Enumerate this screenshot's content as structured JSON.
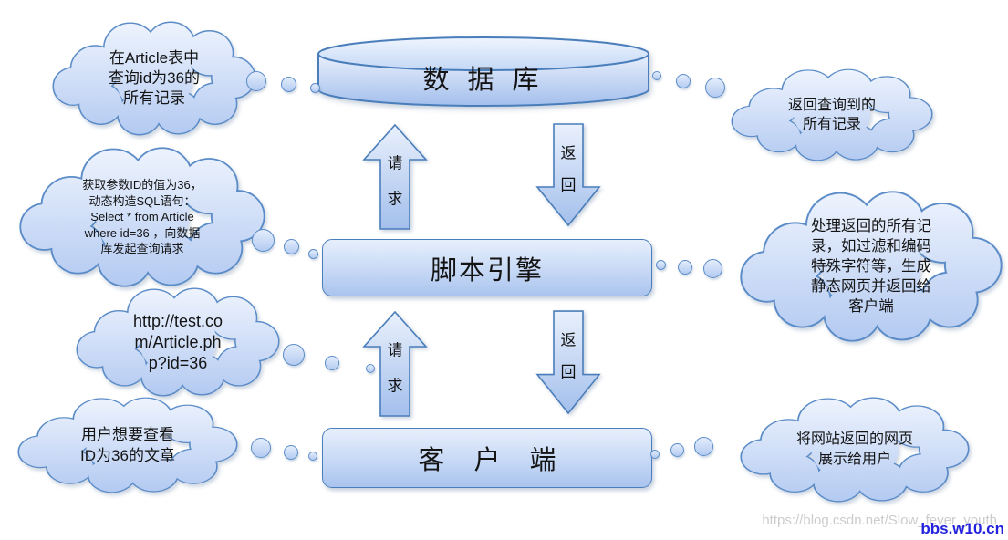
{
  "nodes": [
    {
      "id": "database",
      "label": "数 据 库"
    },
    {
      "id": "script-engine",
      "label": "脚本引擎"
    },
    {
      "id": "client",
      "label": "客 户 端"
    }
  ],
  "arrows": [
    {
      "id": "upper-request",
      "direction": "up",
      "label": [
        "请",
        "求"
      ]
    },
    {
      "id": "upper-return",
      "direction": "down",
      "label": [
        "返",
        "回"
      ]
    },
    {
      "id": "lower-request",
      "direction": "up",
      "label": [
        "请",
        "求"
      ]
    },
    {
      "id": "lower-return",
      "direction": "down",
      "label": [
        "返",
        "回"
      ]
    }
  ],
  "clouds": [
    {
      "id": "db-query",
      "lines": [
        "在Article表中",
        "查询id为36的",
        "所有记录"
      ]
    },
    {
      "id": "sql-build",
      "lines": [
        "获取参数ID的值为36，",
        "动态构造SQL语句：",
        "Select * from Article",
        "where id=36 ，向数据",
        "库发起查询请求"
      ]
    },
    {
      "id": "request-url",
      "lines": [
        "http://test.co",
        "m/Article.ph",
        "p?id=36"
      ]
    },
    {
      "id": "user-intent",
      "lines": [
        "用户想要查看",
        "ID为36的文章"
      ]
    },
    {
      "id": "db-return",
      "lines": [
        "返回查询到的",
        "所有记录"
      ]
    },
    {
      "id": "engine-process",
      "lines": [
        "处理返回的所有记",
        "录，如过滤和编码",
        "特殊字符等，生成",
        "静态网页并返回给",
        "客户端"
      ]
    },
    {
      "id": "client-display",
      "lines": [
        "将网站返回的网页",
        "展示给用户"
      ]
    }
  ],
  "watermarks": {
    "url_text": "https://blog.csdn.net/Slow_fever_youth",
    "site_text": "bbs.w10.cn"
  },
  "colors": {
    "shape_border": "#4a7ebb",
    "cloud_border": "#5b8cc8",
    "fill_light": "#e8f0fc",
    "fill_dark": "#aac4ee",
    "watermark_gray": "#cccccc",
    "watermark_blue": "#2323dd"
  }
}
